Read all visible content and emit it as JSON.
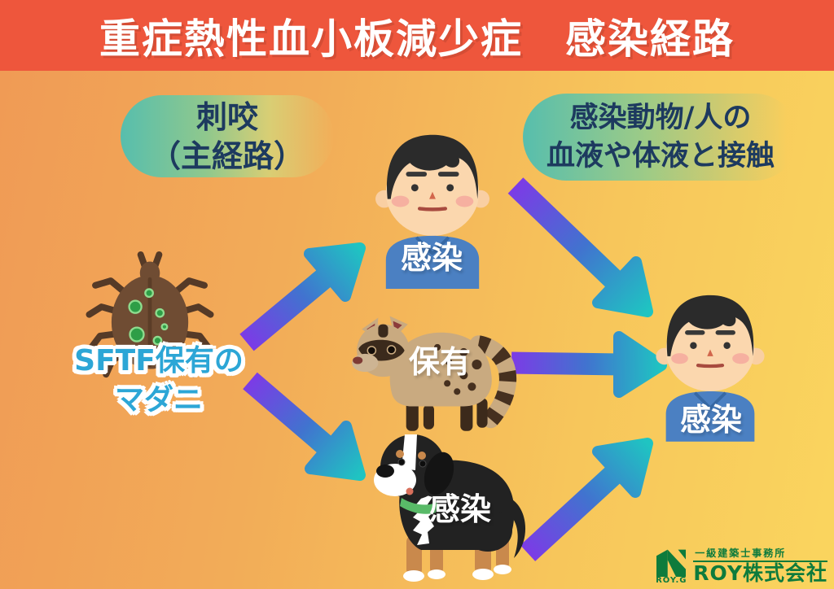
{
  "banner": {
    "title": "重症熱性血小板減少症　感染経路"
  },
  "labels": {
    "bite": {
      "line1": "刺咬",
      "line2": "（主経路）"
    },
    "contact": {
      "line1": "感染動物/人の",
      "line2": "血液や体液と接触"
    },
    "tick": {
      "line1": "SFTF保有の",
      "line2": "マダニ"
    }
  },
  "nodes": {
    "person_top": {
      "status": "感染"
    },
    "civet": {
      "status": "保有"
    },
    "dog": {
      "status": "感染"
    },
    "person_right": {
      "status": "感染"
    }
  },
  "logo": {
    "mark": "ROY.G",
    "office": "一級建築士事務所",
    "company": "ROY株式会社"
  },
  "icons": {
    "tick": "tick-bug-icon",
    "person": "boy-character-icon",
    "civet": "civet-animal-icon",
    "dog": "bernese-dog-icon",
    "arrow": "gradient-arrow-icon",
    "logo_mark": "roy-n-mark-icon"
  },
  "colors": {
    "banner": "#EE563C",
    "bg_left": "#F09A55",
    "bg_right": "#FAD55E",
    "pill_teal": "#57BEAD",
    "label_navy": "#1D3A5F",
    "tick_text_blue": "#2CA6D6",
    "arrow_purple": "#7C3BE6",
    "arrow_teal": "#1FC4C2",
    "status_white": "#FFFFFF",
    "logo_green": "#0E7B3C"
  }
}
